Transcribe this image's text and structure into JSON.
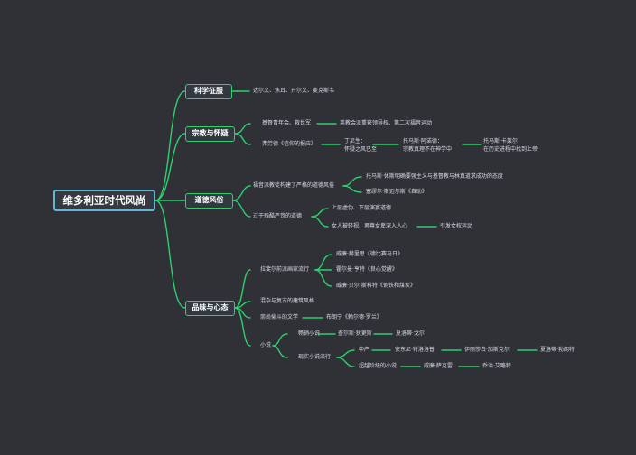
{
  "root": "维多利亚时代风尚",
  "branches": {
    "science": {
      "label": "科学征服",
      "leaf": "达尔文、焦耳、开尔文、麦克斯韦"
    },
    "religion": {
      "label": "宗教与怀疑",
      "revival": "基督青年会、救世军",
      "revival_child": "英教会派重获领导权、第二次福音运动",
      "froude": "弗劳德《信仰的报应》",
      "tennyson": [
        "丁尼生：",
        "怀疑之风已至"
      ],
      "arnold": [
        "托马斯·阿诺德：",
        "宗教真理不在神学中"
      ],
      "carlyle": [
        "托马斯·卡莱尔：",
        "在历史进程中找到上帝"
      ]
    },
    "morality": {
      "label": "道德风俗",
      "evangelical": "福音派教徒构建了严格的道德风俗",
      "hughes": "托马斯·休斯明确要强主义与基督教与林真道求成功的态度",
      "smiles": "塞缪尔·斯迈尔斯《自助》",
      "strict": "过于残酷严苛的道德",
      "hypocrisy": "上层虚伪、下层演宴道德",
      "women": "女人被轻视、男尊女卑深入人心",
      "feminism": "引发女权运动"
    },
    "taste": {
      "label": "品味与心态",
      "preraphaelite": "拉斐尔前派画家流行",
      "hunt": "威廉·赫里思《德比赛马日》",
      "hunt2": "霍尔曼·亨特《良心觉醒》",
      "bell": "威廉·贝尔·斯科特《钢铁和煤炭》",
      "architecture": "混杂与复古的建筑风格",
      "travel_lit": "崇尚偷斗的文学",
      "browning": "布朗宁《赖尔德·罗兰》",
      "novel": "小说",
      "bestseller": "畅销小说",
      "dickens": "查尔斯·狄更斯",
      "hardy": "夏洛蒂·戈尔",
      "realism": "现实小说流行",
      "middle": "中产",
      "trollope": "安东尼·特洛洛普",
      "gaskell": "伊丽莎白·加斯克尔",
      "bronte": "夏洛蒂·勃朗特",
      "beyond": "超越阶级的小说",
      "thackeray": "威廉·萨克雷",
      "eliot": "乔治·艾略特"
    }
  },
  "colors": {
    "background": "#2f3137",
    "line": "#2fcf6f",
    "root_border": "#5fb9d6",
    "text": "#d9dde3"
  }
}
